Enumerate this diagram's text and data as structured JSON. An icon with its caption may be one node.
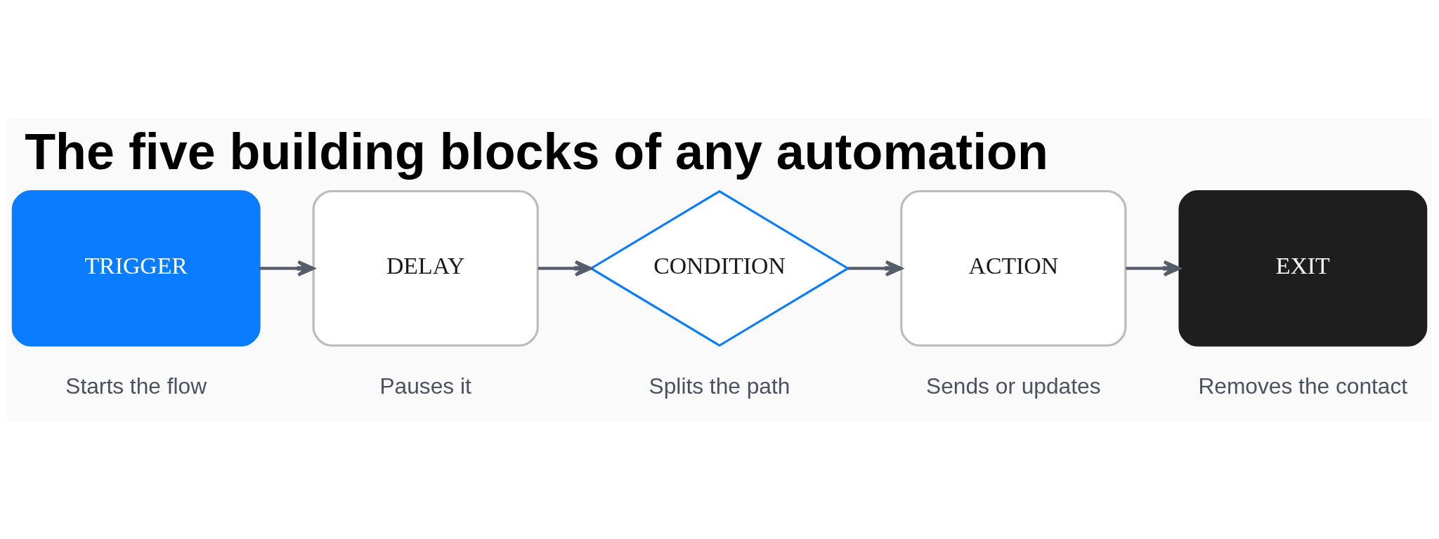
{
  "diagram": {
    "title": "The five building blocks of any automation",
    "nodes": [
      {
        "text": [
          "TRIGGER"
        ],
        "beside": [
          "Starts the flow"
        ]
      },
      {
        "text": [
          "DELAY"
        ],
        "beside": [
          "Pauses it"
        ]
      },
      {
        "text": [
          "CONDITION"
        ],
        "beside": [
          "Splits the path"
        ]
      },
      {
        "text": [
          "ACTION"
        ],
        "beside": [
          "Sends or updates"
        ]
      },
      {
        "text": [
          "EXIT"
        ],
        "beside": [
          "Removes the contact"
        ]
      }
    ],
    "edges": [
      {
        "from": 0,
        "to": 1,
        "arrow": "to"
      },
      {
        "from": 1,
        "to": 2,
        "arrow": "to"
      },
      {
        "from": 2,
        "to": 3,
        "arrow": "to"
      },
      {
        "from": 3,
        "to": 4,
        "arrow": "to"
      }
    ]
  }
}
